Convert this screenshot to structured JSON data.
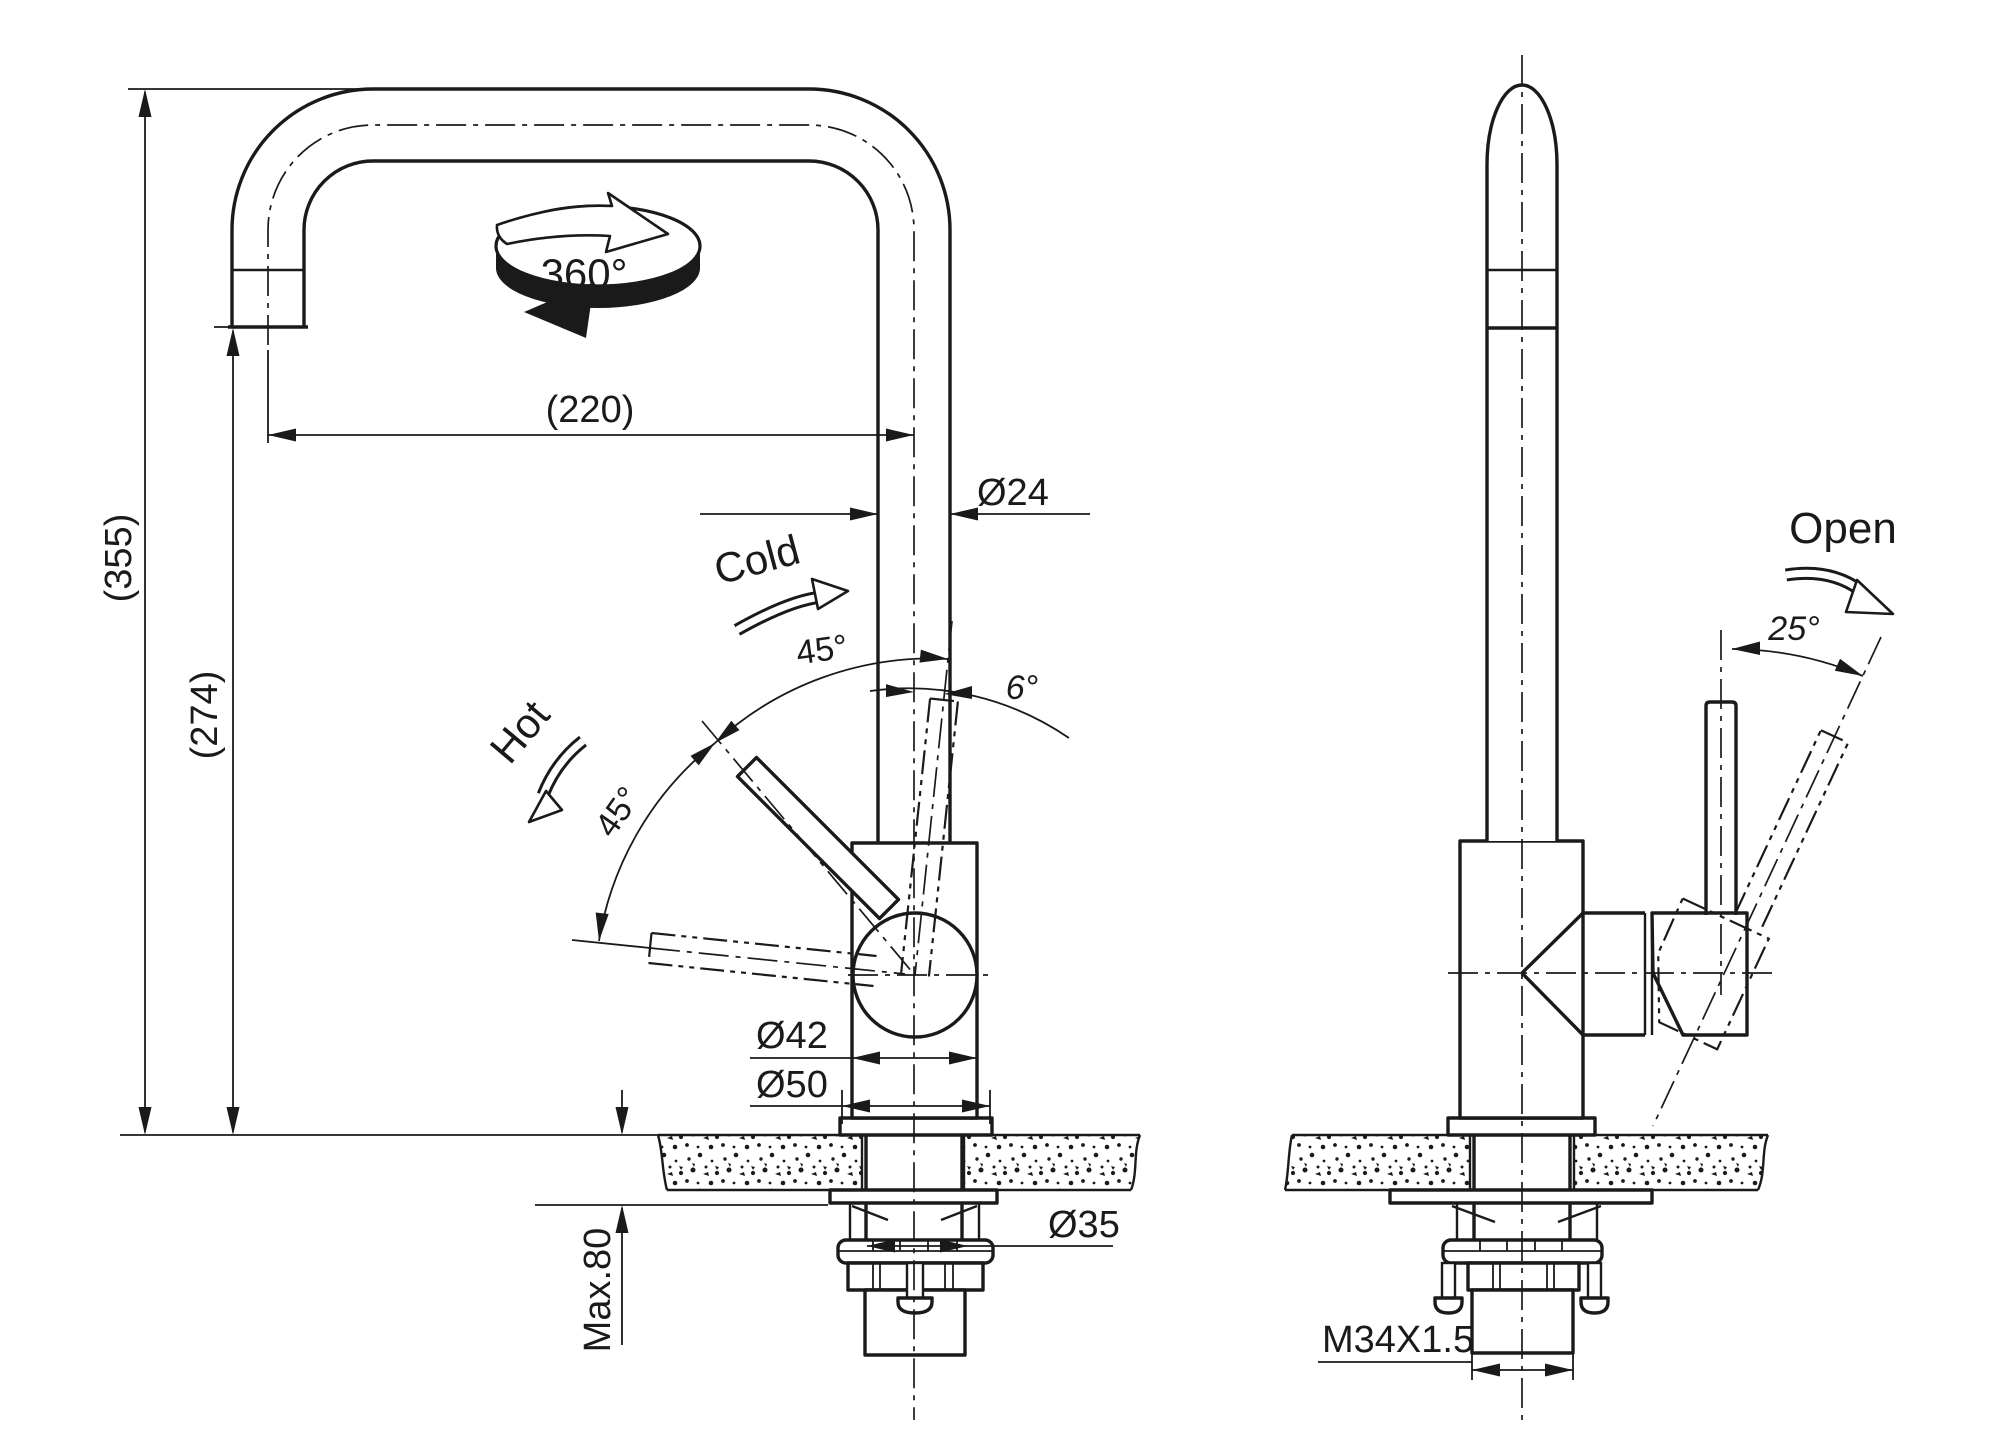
{
  "drawing": {
    "background": "#ffffff",
    "line_color": "#1a1a1a",
    "front_view": {
      "rotation_label": "360°",
      "spout_reach": "(220)",
      "overall_height": "(355)",
      "spout_height": "(274)",
      "spout_diameter": "Ø24",
      "cold_label": "Cold",
      "cold_angle": "45°",
      "hot_label": "Hot",
      "hot_angle": "45°",
      "rest_angle": "6°",
      "body_diameter": "Ø42",
      "base_diameter": "Ø50",
      "hole_diameter": "Ø35",
      "max_counter_thickness": "Max.80"
    },
    "side_view": {
      "open_label": "Open",
      "open_angle": "25°",
      "thread_spec": "M34X1.5"
    }
  }
}
